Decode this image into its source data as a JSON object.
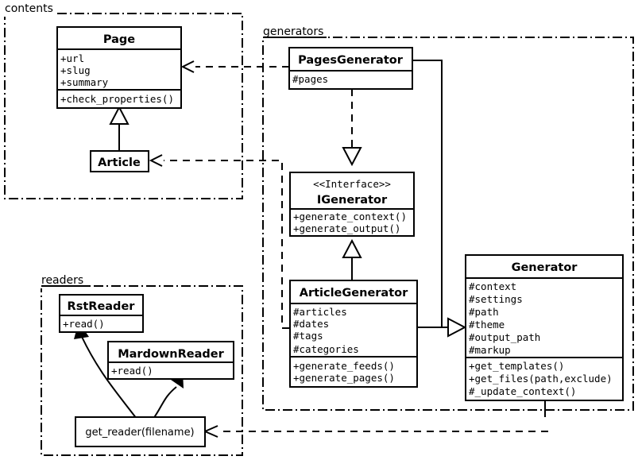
{
  "diagram": {
    "title": "UML class diagram",
    "background": "#ffffff",
    "stroke": "#000000"
  },
  "packages": [
    {
      "id": "contents",
      "label": "contents"
    },
    {
      "id": "generators",
      "label": "generators"
    },
    {
      "id": "readers",
      "label": "readers"
    }
  ],
  "classes": {
    "page": {
      "name": "Page",
      "attributes": [
        "+url",
        "+slug",
        "+summary"
      ],
      "methods": [
        "+check_properties()"
      ]
    },
    "article": {
      "name": "Article",
      "attributes": [],
      "methods": []
    },
    "pages_generator": {
      "name": "PagesGenerator",
      "attributes": [
        "#pages"
      ],
      "methods": []
    },
    "igenerator": {
      "stereotype": "<<Interface>>",
      "name": "IGenerator",
      "attributes": [],
      "methods": [
        "+generate_context()",
        "+generate_output()"
      ]
    },
    "article_generator": {
      "name": "ArticleGenerator",
      "attributes": [
        "#articles",
        "#dates",
        "#tags",
        "#categories"
      ],
      "methods": [
        "+generate_feeds()",
        "+generate_pages()"
      ]
    },
    "generator": {
      "name": "Generator",
      "attributes": [
        "#context",
        "#settings",
        "#path",
        "#theme",
        "#output_path",
        "#markup"
      ],
      "methods": [
        "+get_templates()",
        "+get_files(path,exclude)",
        "#_update_context()"
      ]
    },
    "rst_reader": {
      "name": "RstReader",
      "attributes": [],
      "methods": [
        "+read()"
      ]
    },
    "mardown_reader": {
      "name": "MardownReader",
      "attributes": [],
      "methods": [
        "+read()"
      ]
    }
  },
  "functions": {
    "get_reader": {
      "label": "get_reader(filename)"
    }
  },
  "relations": [
    {
      "id": "article-inherits-page",
      "type": "generalization",
      "from": "Article",
      "to": "Page"
    },
    {
      "id": "pagesgenerator-realizes-igenerator",
      "type": "realization",
      "from": "PagesGenerator",
      "to": "IGenerator"
    },
    {
      "id": "articlegenerator-realizes-igenerator",
      "type": "generalization",
      "from": "ArticleGenerator",
      "to": "IGenerator"
    },
    {
      "id": "pagesgenerator-to-generator",
      "type": "generalization",
      "from": "PagesGenerator",
      "to": "Generator"
    },
    {
      "id": "articlegenerator-to-generator",
      "type": "generalization",
      "from": "ArticleGenerator",
      "to": "Generator"
    },
    {
      "id": "pagesgenerator-uses-page",
      "type": "dependency",
      "from": "PagesGenerator",
      "to": "Page"
    },
    {
      "id": "articlegenerator-uses-article",
      "type": "dependency",
      "from": "ArticleGenerator",
      "to": "Article"
    },
    {
      "id": "generator-uses-get-reader",
      "type": "dependency",
      "from": "Generator",
      "to": "get_reader(filename)"
    },
    {
      "id": "get-reader-creates-rstreader",
      "type": "association",
      "from": "get_reader(filename)",
      "to": "RstReader"
    },
    {
      "id": "get-reader-creates-mardownreader",
      "type": "association",
      "from": "get_reader(filename)",
      "to": "MardownReader"
    }
  ]
}
